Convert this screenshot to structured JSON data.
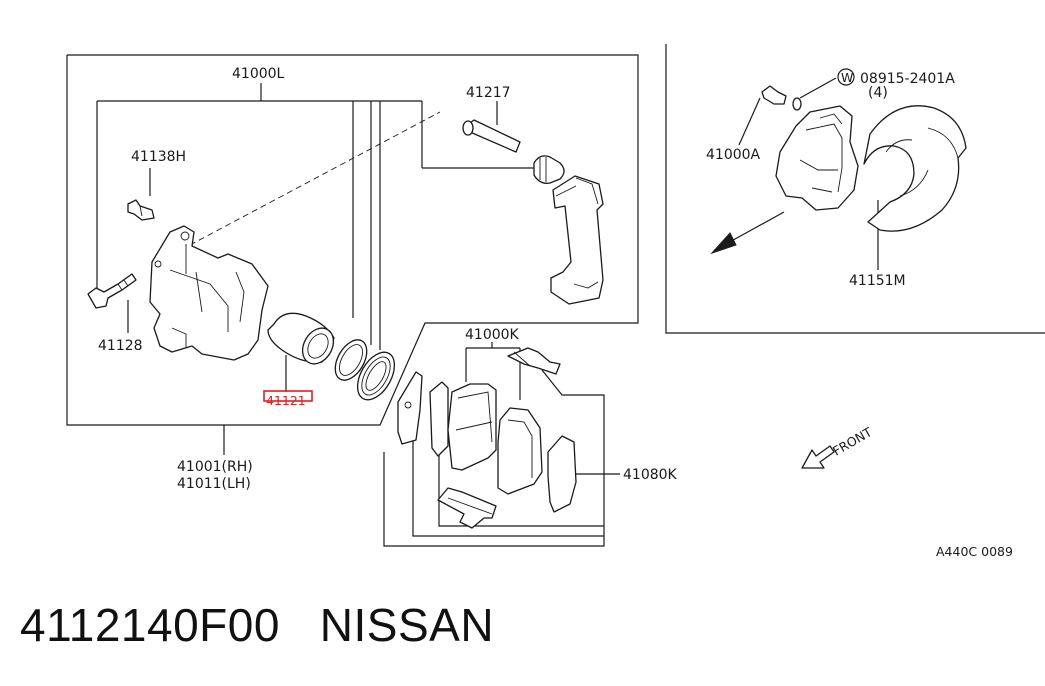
{
  "diagram": {
    "labels": {
      "caliper_assembly": "41000L",
      "slide_pin": "41217",
      "bleeder_screw": "41138H",
      "bolt": "41128",
      "piston": "41121",
      "caliper_number_rh": "41001(RH)",
      "caliper_number_lh": "41011(LH)",
      "pad_kit": "41000K",
      "shim_kit": "41080K",
      "caliper_a": "41000A",
      "washer_number": "08915-2401A",
      "washer_qty": "(4)",
      "washer_symbol": "W",
      "dust_shield": "41151M",
      "front": "FRONT",
      "diagram_code": "A440C 0089"
    },
    "highlight_color": "#e02020"
  },
  "footer": {
    "part_number": "4112140F00",
    "brand": "NISSAN"
  }
}
